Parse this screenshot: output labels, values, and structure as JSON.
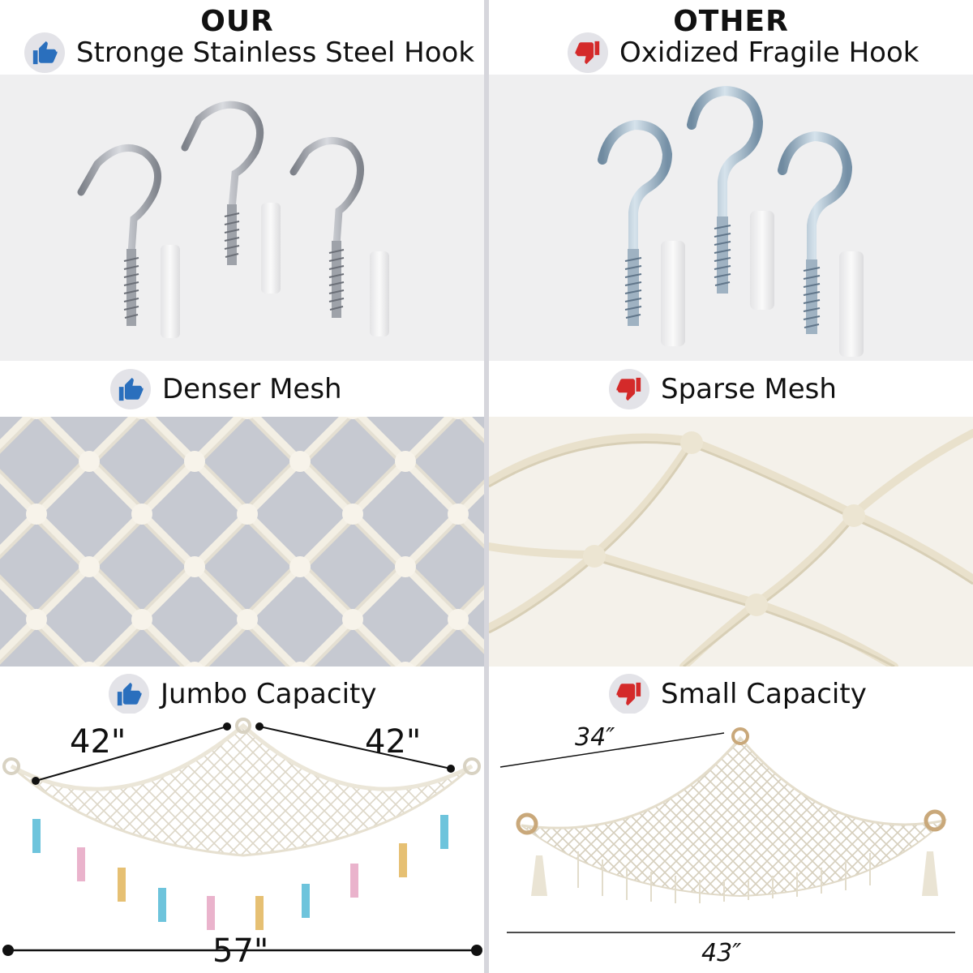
{
  "left": {
    "brand": "OUR",
    "hook_heading": "Stronge  Stainless Steel Hook",
    "mesh_heading": "Denser Mesh",
    "capacity_heading": "Jumbo Capacity",
    "dimensions": {
      "side_left": "42\"",
      "side_right": "42\"",
      "width": "57\""
    },
    "icon": "thumbs-up-icon",
    "icon_color": "#2a6fbd"
  },
  "right": {
    "brand": "OTHER",
    "hook_heading": "Oxidized Fragile Hook",
    "mesh_heading": "Sparse Mesh",
    "capacity_heading": "Small Capacity",
    "dimensions": {
      "side": "34″",
      "width": "43″"
    },
    "icon": "thumbs-down-icon",
    "icon_color": "#d42a2a"
  },
  "colors": {
    "divider": "#d6d6dc",
    "rope": "#f5f1e6",
    "steel": "#a9adb4",
    "zinc": "#9fb8cc"
  }
}
